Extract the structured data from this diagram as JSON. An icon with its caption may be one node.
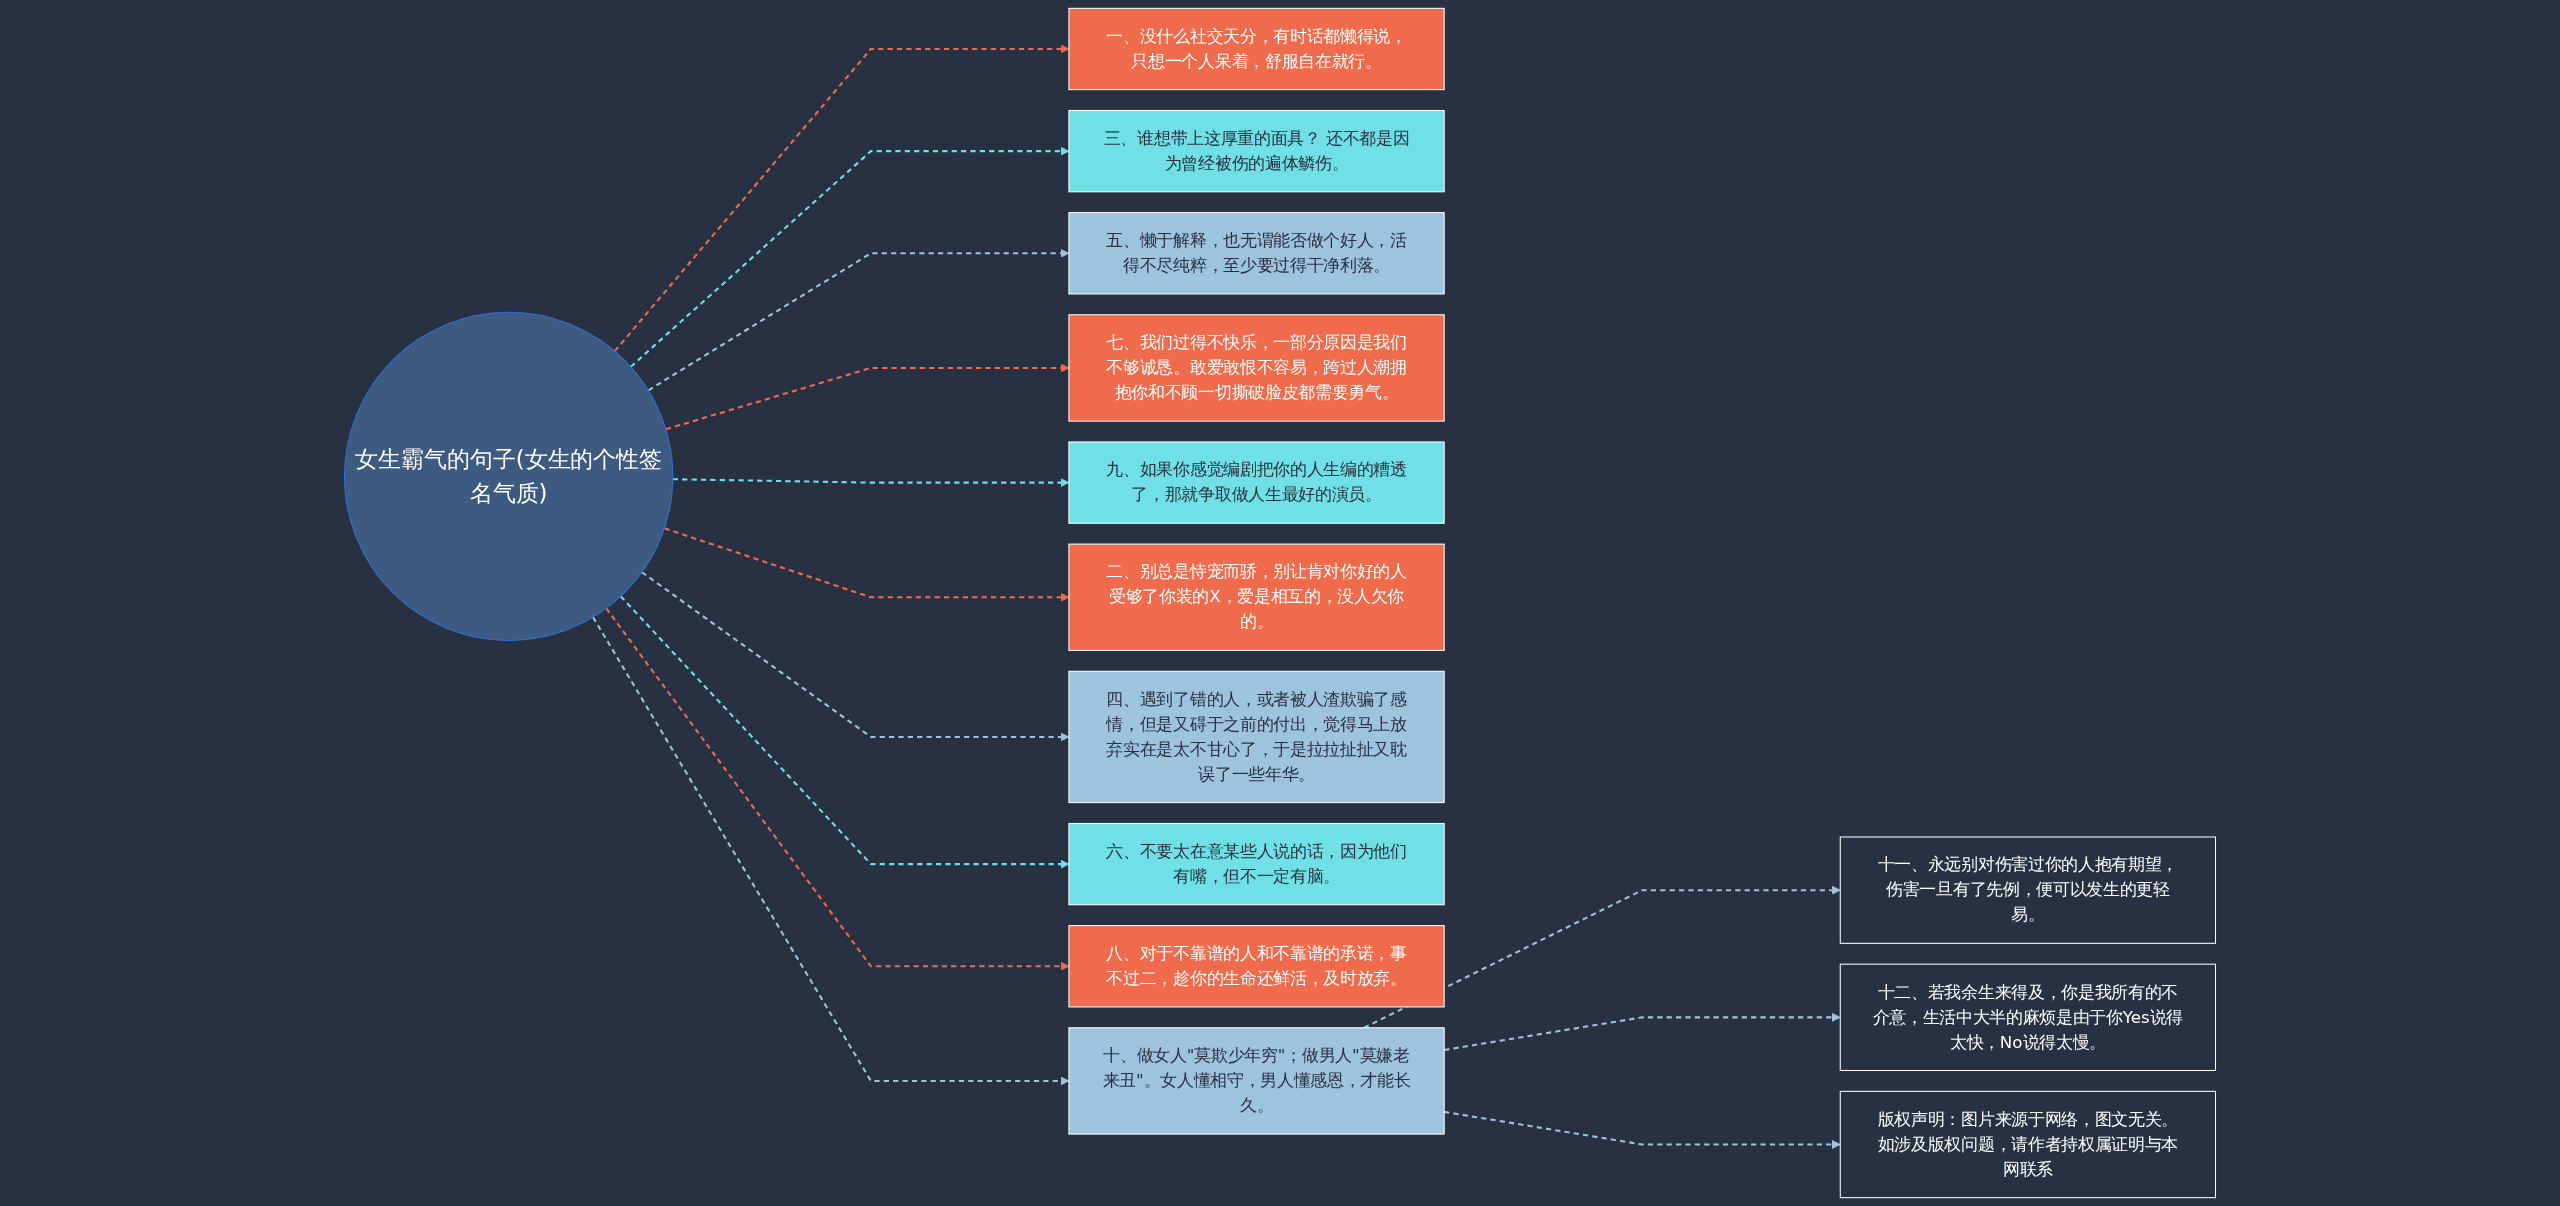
{
  "diagram": {
    "nodes": [
      {
        "text": [
          "女生霸气的句子(女生的个性签名气质)"
        ]
      },
      {
        "text": [
          "一、没什么社交天分，有时话都懒得说，只想一个人呆着，舒服自在就行。"
        ]
      },
      {
        "text": [
          "三、谁想带上这厚重的面具？ 还不都是因为曾经被伤的遍体鳞伤。"
        ]
      },
      {
        "text": [
          "五、懒于解释，也无谓能否做个好人，活得不尽纯粹，至少要过得干净利落。"
        ]
      },
      {
        "text": [
          "七、我们过得不快乐，一部分原因是我们不够诚恳。敢爱敢恨不容易，跨过人潮拥抱你和不顾一切撕破脸皮都需要勇气。"
        ]
      },
      {
        "text": [
          "九、如果你感觉编剧把你的人生编的糟透了，那就争取做人生最好的演员。"
        ]
      },
      {
        "text": [
          "二、别总是恃宠而骄，别让肯对你好的人受够了你装的X，爱是相互的，没人欠你的。"
        ]
      },
      {
        "text": [
          "四、遇到了错的人，或者被人渣欺骗了感情，但是又碍于之前的付出，觉得马上放弃实在是太不甘心了，于是拉拉扯扯又耽误了一些年华。"
        ]
      },
      {
        "text": [
          "六、不要太在意某些人说的话，因为他们有嘴，但不一定有脑。"
        ]
      },
      {
        "text": [
          "八、对于不靠谱的人和不靠谱的承诺，事不过二，趁你的生命还鲜活，及时放弃。"
        ]
      },
      {
        "text": [
          "十、做女人\"莫欺少年穷\"；做男人\"莫嫌老来丑\"。女人懂相守，男人懂感恩，才能长久。"
        ]
      },
      {
        "text": [
          "十一、永远别对伤害过你的人抱有期望，伤害一旦有了先例，便可以发生的更轻易。"
        ]
      },
      {
        "text": [
          "十二、若我余生来得及，你是我所有的不介意，生活中大半的麻烦是由于你Yes说得太快，No说得太慢。"
        ]
      },
      {
        "text": [
          "版权声明：图片来源于网络，图文无关。如涉及版权问题，请作者持权属证明与本网联系"
        ]
      }
    ],
    "edges": [
      {
        "from": 0,
        "to": 1,
        "arrow": "to",
        "style": "dashed",
        "color": "#f06b4c"
      },
      {
        "from": 0,
        "to": 2,
        "arrow": "to",
        "style": "dashed",
        "color": "#6ee0e6"
      },
      {
        "from": 0,
        "to": 3,
        "arrow": "to",
        "style": "dashed"
      },
      {
        "from": 0,
        "to": 4,
        "arrow": "to",
        "style": "dashed",
        "color": "#f06b4c"
      },
      {
        "from": 0,
        "to": 5,
        "arrow": "to",
        "style": "dashed",
        "color": "#6ee0e6"
      },
      {
        "from": 0,
        "to": 6,
        "arrow": "to",
        "style": "dashed",
        "color": "#f06b4c"
      },
      {
        "from": 0,
        "to": 7,
        "arrow": "to",
        "style": "dashed"
      },
      {
        "from": 0,
        "to": 8,
        "arrow": "to",
        "style": "dashed",
        "color": "#6ee0e6"
      },
      {
        "from": 0,
        "to": 9,
        "arrow": "to",
        "style": "dashed",
        "color": "#f06b4c"
      },
      {
        "from": 0,
        "to": 10,
        "arrow": "to",
        "style": "dashed"
      },
      {
        "from": 10,
        "to": 11,
        "arrow": "to",
        "style": "dashed"
      },
      {
        "from": 10,
        "to": 12,
        "arrow": "to",
        "style": "dashed"
      },
      {
        "from": 10,
        "to": 13,
        "arrow": "to",
        "style": "dashed"
      }
    ]
  }
}
